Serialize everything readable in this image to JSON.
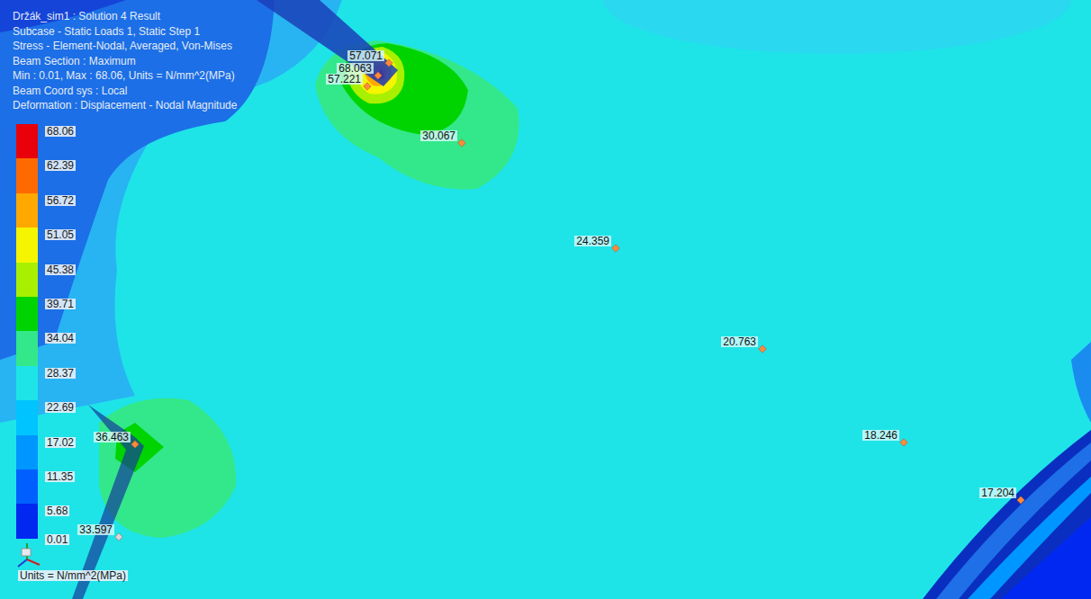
{
  "diagram": {
    "labels": [
      "Držák_sim1 : Solution 4 Result",
      "Subcase - Static Loads 1, Static Step 1",
      "Stress - Element-Nodal, Averaged, Von-Mises",
      "Beam Section : Maximum",
      "Min : 0.01, Max : 68.06, Units = N/mm^2(MPa)",
      "Beam Coord sys : Local",
      "Deformation : Displacement - Nodal Magnitude",
      "57.071",
      "68.063",
      "57.221",
      "30.067",
      "24.359",
      "20.763",
      "18.246",
      "17.204",
      "36.463",
      "33.597",
      "0.01",
      "Units = N/mm^2(MPa)"
    ],
    "legend": [
      {
        "text": "68.06",
        "color": "#e8000b"
      },
      {
        "text": "62.39",
        "color": "#ff6a00"
      },
      {
        "text": "56.72",
        "color": "#ffa800"
      },
      {
        "text": "51.05",
        "color": "#f5f500"
      },
      {
        "text": "45.38",
        "color": "#a8f000"
      },
      {
        "text": "39.71",
        "color": "#00d400"
      },
      {
        "text": "34.04",
        "color": "#33e88a"
      },
      {
        "text": "28.37",
        "color": "#1ee4e8"
      },
      {
        "text": "22.69",
        "color": "#00c4ff"
      },
      {
        "text": "17.02",
        "color": "#0096ff"
      },
      {
        "text": "11.35",
        "color": "#0060ff"
      },
      {
        "text": "5.68",
        "color": "#0028f0"
      }
    ]
  }
}
